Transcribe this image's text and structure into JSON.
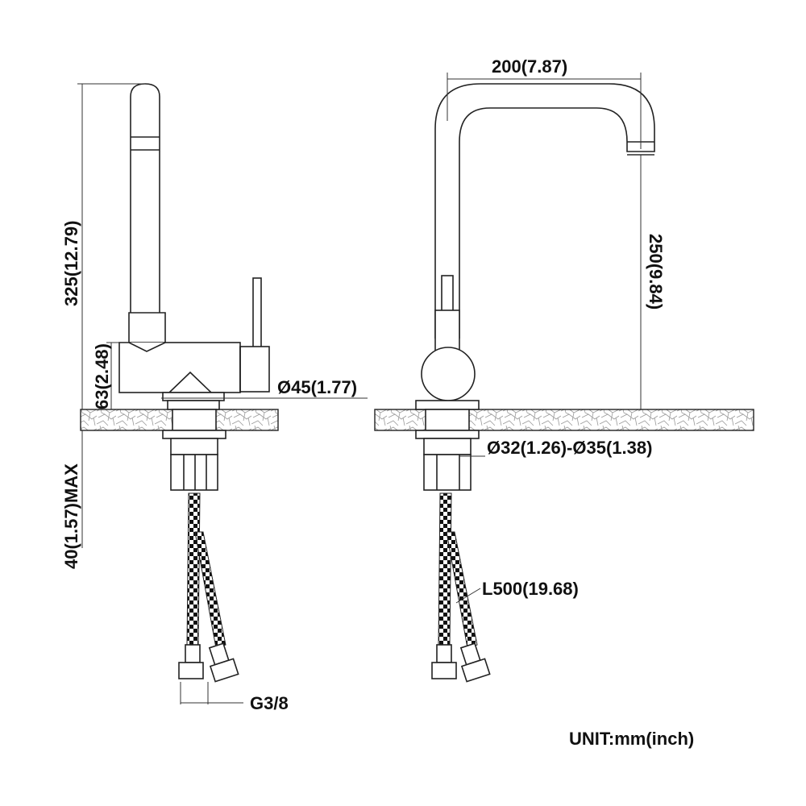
{
  "dimensions": {
    "height_total": "325(12.79)",
    "body_height": "63(2.48)",
    "shank_max": "40(1.57)MAX",
    "base_diameter": "Ø45(1.77)",
    "reach": "200(7.87)",
    "spout_height": "250(9.84)",
    "hole_diameter": "Ø32(1.26)-Ø35(1.38)",
    "hose_length": "L500(19.68)",
    "thread": "G3/8"
  },
  "unit_note": "UNIT:mm(inch)"
}
